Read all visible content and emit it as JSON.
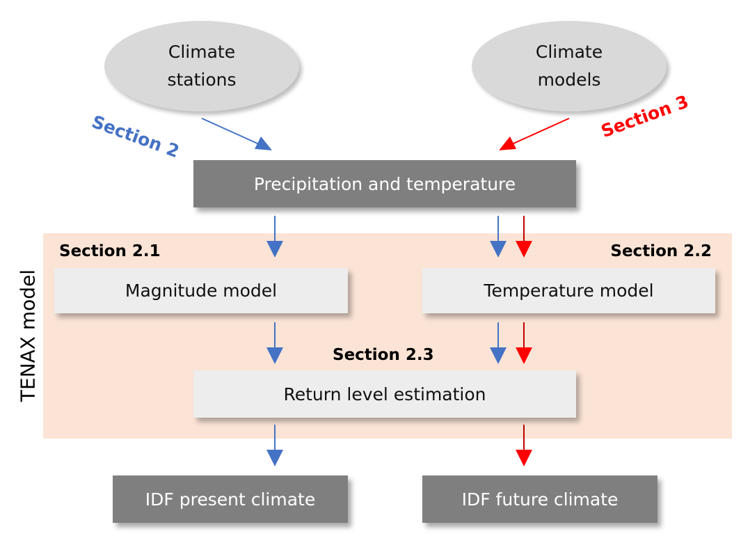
{
  "sources": {
    "stations": "Climate stations",
    "models": "Climate models"
  },
  "arrow_labels": {
    "section2": "Section 2",
    "section3": "Section 3"
  },
  "boxes": {
    "precip": "Precipitation and temperature",
    "magnitude": "Magnitude model",
    "temperature": "Temperature model",
    "return_level": "Return level estimation",
    "idf_present": "IDF present climate",
    "idf_future": "IDF future climate"
  },
  "tenax_label": "TENAX model",
  "section_labels": {
    "s21": "Section 2.1",
    "s22": "Section 2.2",
    "s23": "Section 2.3"
  },
  "colors": {
    "blue": "#4472c4",
    "red": "#ff0000",
    "peach": "#fbe4d6",
    "dark_box": "#7f7f7f",
    "light_box": "#ededed"
  }
}
